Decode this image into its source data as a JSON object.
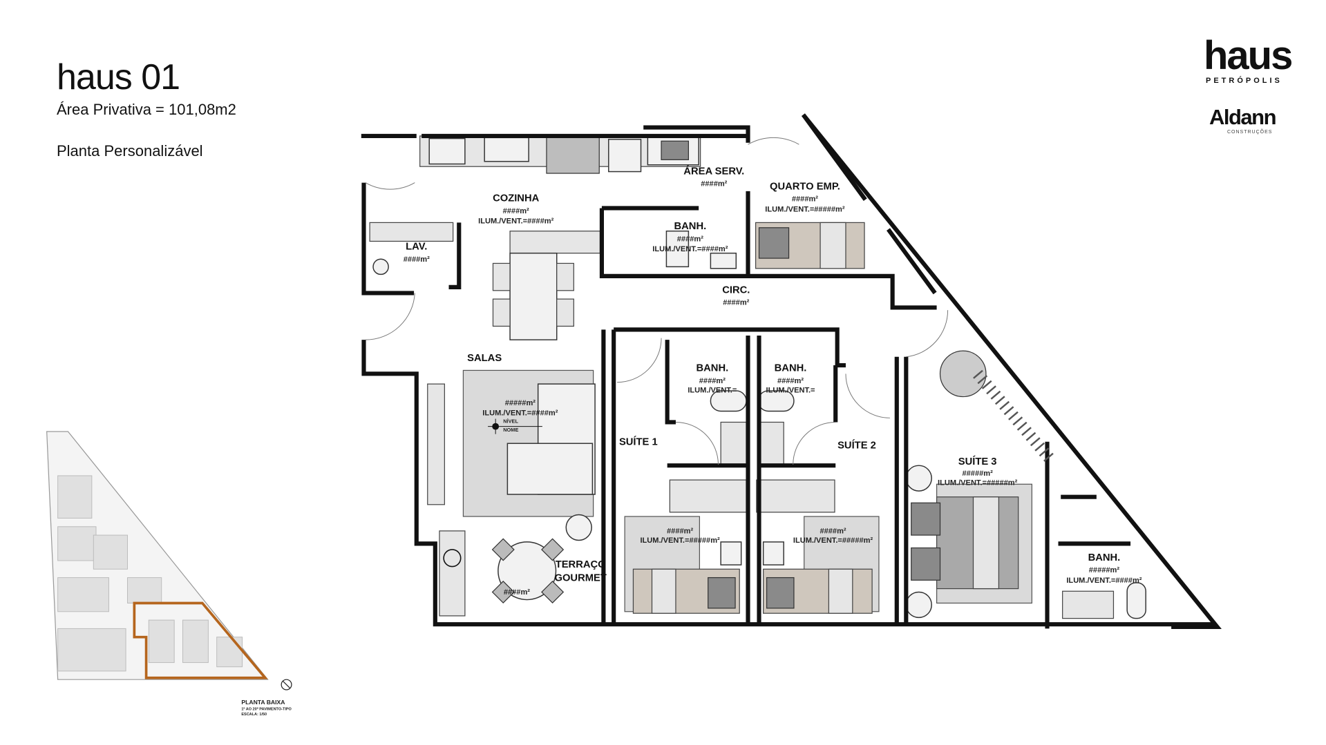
{
  "header": {
    "title": "haus 01",
    "area": "Área Privativa = 101,08m2",
    "subtitle": "Planta Personalizável"
  },
  "brand": {
    "logo": "haus",
    "city": "PETRÓPOLIS",
    "builder": "Aldann",
    "builder_sub": "CONSTRUÇÕES"
  },
  "rooms": {
    "cozinha": {
      "name": "COZINHA",
      "area": "####m²",
      "ilum": "ILUM./VENT.=####m²"
    },
    "area_serv": {
      "name": "ÁREA SERV.",
      "area": "####m²"
    },
    "quarto_emp": {
      "name": "QUARTO EMP.",
      "area": "####m²",
      "ilum": "ILUM./VENT.=#####m²"
    },
    "banh_emp": {
      "name": "BANH.",
      "area": "####m²",
      "ilum": "ILUM./VENT.=####m²"
    },
    "lav": {
      "name": "LAV.",
      "area": "####m²"
    },
    "circ": {
      "name": "CIRC.",
      "area": "####m²"
    },
    "salas": {
      "name": "SALAS",
      "area": "#####m²",
      "ilum": "ILUM./VENT.=####m²",
      "nivel": "NÍVEL",
      "nome": "NOME"
    },
    "banh_s1": {
      "name": "BANH.",
      "area": "####m²",
      "ilum": "ILUM./VENT.="
    },
    "banh_s2": {
      "name": "BANH.",
      "area": "####m²",
      "ilum": "ILUM./VENT.="
    },
    "suite1": {
      "name": "SUÍTE 1",
      "area": "####m²",
      "ilum": "ILUM./VENT.=#####m²"
    },
    "suite2": {
      "name": "SUÍTE 2",
      "area": "####m²",
      "ilum": "ILUM./VENT.=#####m²"
    },
    "suite3": {
      "name": "SUÍTE 3",
      "area": "#####m²",
      "ilum": "ILUM./VENT.=#####m²"
    },
    "banh_s3": {
      "name": "BANH.",
      "area": "#####m²",
      "ilum": "ILUM./VENT.=####m²"
    },
    "terraco": {
      "name1": "TERRAÇO",
      "name2": "GOURMET",
      "area": "####m²"
    }
  },
  "key_plan": {
    "title": "PLANTA BAIXA",
    "floors": "1º AO 20º PAVIMENTO-TIPO",
    "scale": "ESCALA: 1/50"
  },
  "colors": {
    "highlight": "#b5651d",
    "rug": "#dadada",
    "bed": "#cfc7bd"
  }
}
